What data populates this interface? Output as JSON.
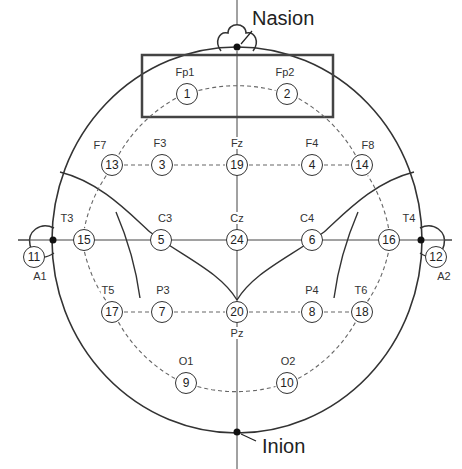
{
  "diagram": {
    "nodes": [
      {
        "text": [
          "Fp1",
          "1"
        ]
      },
      {
        "text": [
          "Fp2",
          "2"
        ]
      },
      {
        "text": [
          "F7",
          "13"
        ]
      },
      {
        "text": [
          "F3",
          "3"
        ]
      },
      {
        "text": [
          "Fz",
          "19"
        ]
      },
      {
        "text": [
          "F4",
          "4"
        ]
      },
      {
        "text": [
          "F8",
          "14"
        ]
      },
      {
        "text": [
          "T3",
          "15"
        ]
      },
      {
        "text": [
          "C3",
          "5"
        ]
      },
      {
        "text": [
          "Cz",
          "24"
        ]
      },
      {
        "text": [
          "C4",
          "6"
        ]
      },
      {
        "text": [
          "T4",
          "16"
        ]
      },
      {
        "text": [
          "A1",
          "11"
        ]
      },
      {
        "text": [
          "A2",
          "12"
        ]
      },
      {
        "text": [
          "T5",
          "17"
        ]
      },
      {
        "text": [
          "P3",
          "7"
        ]
      },
      {
        "text": [
          "Pz",
          "20"
        ]
      },
      {
        "text": [
          "P4",
          "8"
        ]
      },
      {
        "text": [
          "T6",
          "18"
        ]
      },
      {
        "text": [
          "O1",
          "9"
        ]
      },
      {
        "text": [
          "O2",
          "10"
        ]
      }
    ],
    "edges": [
      {
        "from": 0,
        "to": 1,
        "arrow": "none"
      },
      {
        "from": 0,
        "to": 2,
        "arrow": "none"
      },
      {
        "from": 2,
        "to": 7,
        "arrow": "none"
      },
      {
        "from": 7,
        "to": 14,
        "arrow": "none"
      },
      {
        "from": 14,
        "to": 19,
        "arrow": "none"
      },
      {
        "from": 19,
        "to": 20,
        "arrow": "none"
      },
      {
        "from": 20,
        "to": 18,
        "arrow": "none"
      },
      {
        "from": 18,
        "to": 11,
        "arrow": "none"
      },
      {
        "from": 11,
        "to": 6,
        "arrow": "none"
      },
      {
        "from": 6,
        "to": 1,
        "arrow": "none"
      },
      {
        "from": 2,
        "to": 3,
        "arrow": "none"
      },
      {
        "from": 3,
        "to": 4,
        "arrow": "none"
      },
      {
        "from": 4,
        "to": 5,
        "arrow": "none"
      },
      {
        "from": 5,
        "to": 6,
        "arrow": "none"
      },
      {
        "from": 14,
        "to": 15,
        "arrow": "none"
      },
      {
        "from": 15,
        "to": 16,
        "arrow": "none"
      },
      {
        "from": 16,
        "to": 17,
        "arrow": "none"
      },
      {
        "from": 17,
        "to": 18,
        "arrow": "none"
      }
    ],
    "labels": [
      "Nasion",
      "Inion"
    ]
  }
}
